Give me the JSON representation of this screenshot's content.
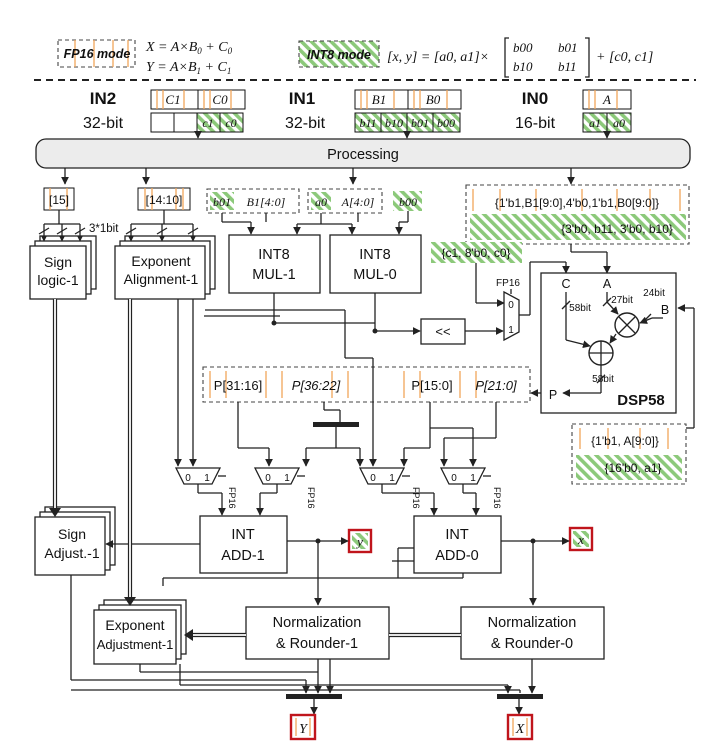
{
  "colors": {
    "fp16_bit": "#f2a65a",
    "int8_hatch": "#8cc97a",
    "output_border": "#c0151c",
    "processing_bar": "#ececec"
  },
  "legend": {
    "fp16_mode": "FP16 mode",
    "fp16_eq_x": "X = A×B",
    "fp16_eq_x_sub1": "0",
    "fp16_eq_x_tail": " + C",
    "fp16_eq_x_sub2": "0",
    "fp16_eq_y": "Y = A×B",
    "fp16_eq_y_sub1": "1",
    "fp16_eq_y_tail": " + C",
    "fp16_eq_y_sub2": "1",
    "int8_mode": "INT8 mode",
    "int8_eq_lhs": "[x, y] = [a",
    "int8_eq_a": "0, a",
    "int8_eq_a1": "1",
    "int8_eq_times": "]×",
    "int8_m00": "b00",
    "int8_m01": "b01",
    "int8_m10": "b10",
    "int8_m11": "b11",
    "int8_plus": "+ [c0, c1]"
  },
  "inputs": {
    "in2_name": "IN2",
    "in2_width": "32-bit",
    "in2_c1": "C1",
    "in2_c0": "C0",
    "in2_lo_c1": "c1",
    "in2_lo_c0": "c0",
    "in1_name": "IN1",
    "in1_width": "32-bit",
    "in1_b1": "B1",
    "in1_b0": "B0",
    "in1_b11": "b11",
    "in1_b10": "b10",
    "in1_b01": "b01",
    "in1_b00": "b00",
    "in0_name": "IN0",
    "in0_width": "16-bit",
    "in0_a": "A",
    "in0_a1": "a1",
    "in0_a0": "a0"
  },
  "processing": "Processing",
  "slices": {
    "s15": "[15]",
    "s1410": "[14:10]",
    "three_bit": "3*1bit",
    "b01": "b01",
    "b1_4": "B1[4:0]",
    "a0": "a0",
    "a_4": "A[4:0]",
    "b00": "b00",
    "dsp_b_fp": "{1'b1,B1[9:0],4'b0,1'b1,B0[9:0]}",
    "dsp_b_int": "{3'b0, b11, 3'b0, b10}",
    "dsp_c": "{c1, 8'b0, c0}",
    "dsp_a_fp": "{1'b1, A[9:0]}",
    "dsp_a_int": "{16'b0, a1}"
  },
  "blocks": {
    "sign_logic": [
      "Sign",
      "logic-1"
    ],
    "exp_align": [
      "Exponent",
      "Alignment-1"
    ],
    "mul1": [
      "INT8",
      "MUL-1"
    ],
    "mul0": [
      "INT8",
      "MUL-0"
    ],
    "dsp": "DSP58",
    "shift": "<<",
    "sign_adj": [
      "Sign",
      "Adjust.-1"
    ],
    "add1": [
      "INT",
      "ADD-1"
    ],
    "add0": [
      "INT",
      "ADD-0"
    ],
    "exp_adj": [
      "Exponent",
      "Adjustment-1"
    ],
    "norm1": [
      "Normalization",
      "& Rounder-1"
    ],
    "norm0": [
      "Normalization",
      "& Rounder-0"
    ]
  },
  "dsp_ports": {
    "c": "C",
    "a": "A",
    "b": "B",
    "p": "P",
    "w58c": "58bit",
    "w27": "27bit",
    "w24": "24bit",
    "w58p": "58bit"
  },
  "mux": {
    "fp16": "FP16",
    "zero": "0",
    "one": "1"
  },
  "products": {
    "p3116": "P[31:16]",
    "p3622": "P[36:22]",
    "p150": "P[15:0]",
    "p210": "P[21:0]"
  },
  "outputs": {
    "y": "y",
    "x": "x",
    "Y": "Y",
    "X": "X"
  }
}
